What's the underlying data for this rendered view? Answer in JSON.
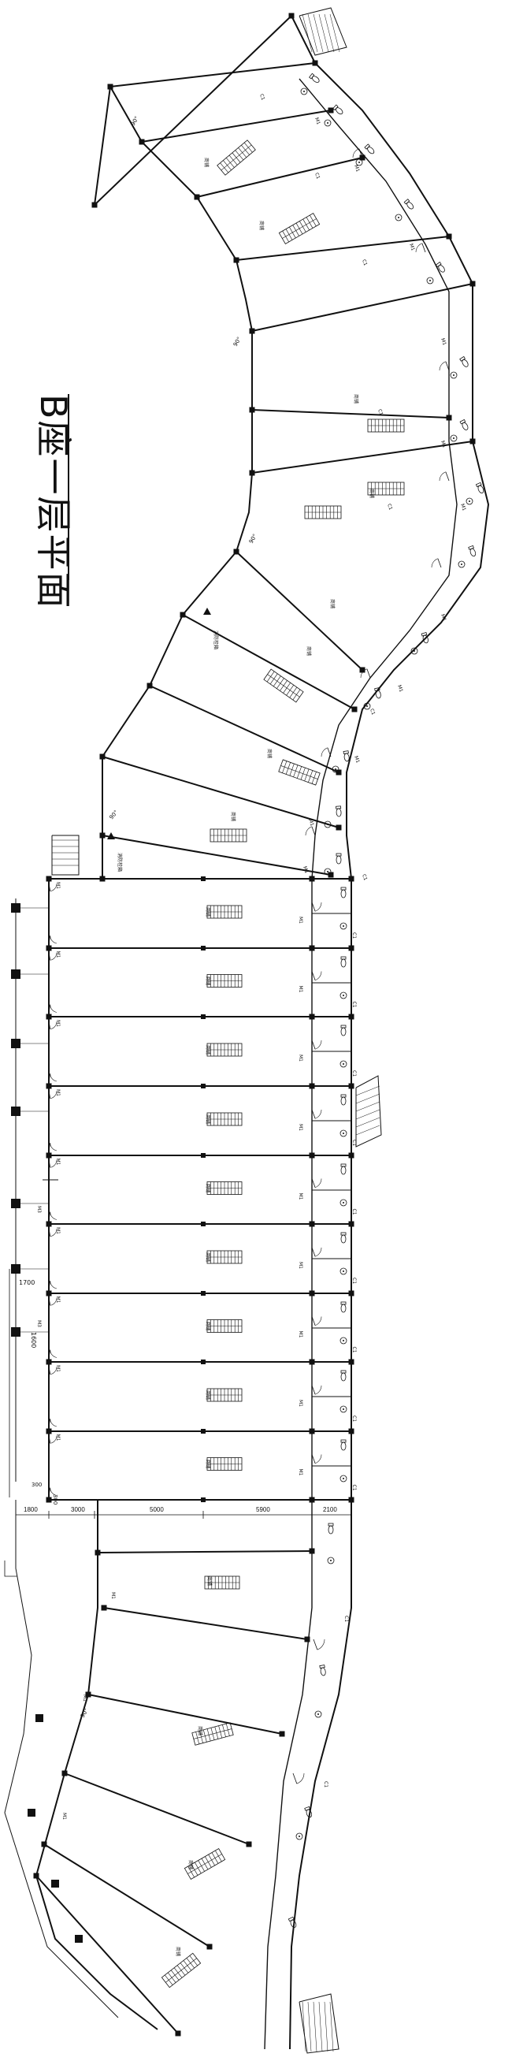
{
  "title": "B座一层平面",
  "dimensions": {
    "horizontal": [
      "1800",
      "3000",
      "5000",
      "5900",
      "2100"
    ],
    "vertical": [
      "1700",
      "1600",
      "300",
      "300"
    ]
  },
  "labels": {
    "wc_door": "M1",
    "closet_door": "M3",
    "window": "C1",
    "cabinet": "消防栓箱",
    "shop": "商铺"
  },
  "angles": [
    "90°",
    "90°",
    "90°",
    "90°",
    "90°"
  ]
}
